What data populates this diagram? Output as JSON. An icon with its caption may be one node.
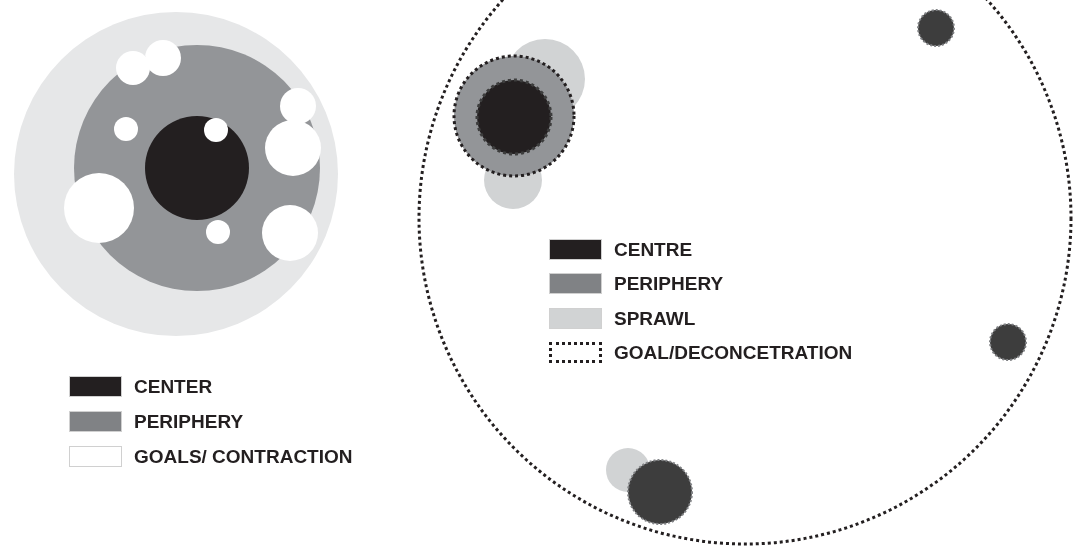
{
  "diagram": {
    "legend": [
      {
        "text": "CENTER",
        "color": "#231f20"
      },
      {
        "text": "PERIPHERY",
        "color": "#808285"
      },
      {
        "text": "GOALS/ CONTRACTION",
        "color": "#ffffff"
      },
      {
        "text": "CENTRE",
        "color": "#231f20"
      },
      {
        "text": "PERIPHERY",
        "color": "#808285"
      },
      {
        "text": "SPRAWL",
        "color": "#d1d3d4"
      },
      {
        "text": "GOAL/DECONCETRATION"
      }
    ]
  }
}
